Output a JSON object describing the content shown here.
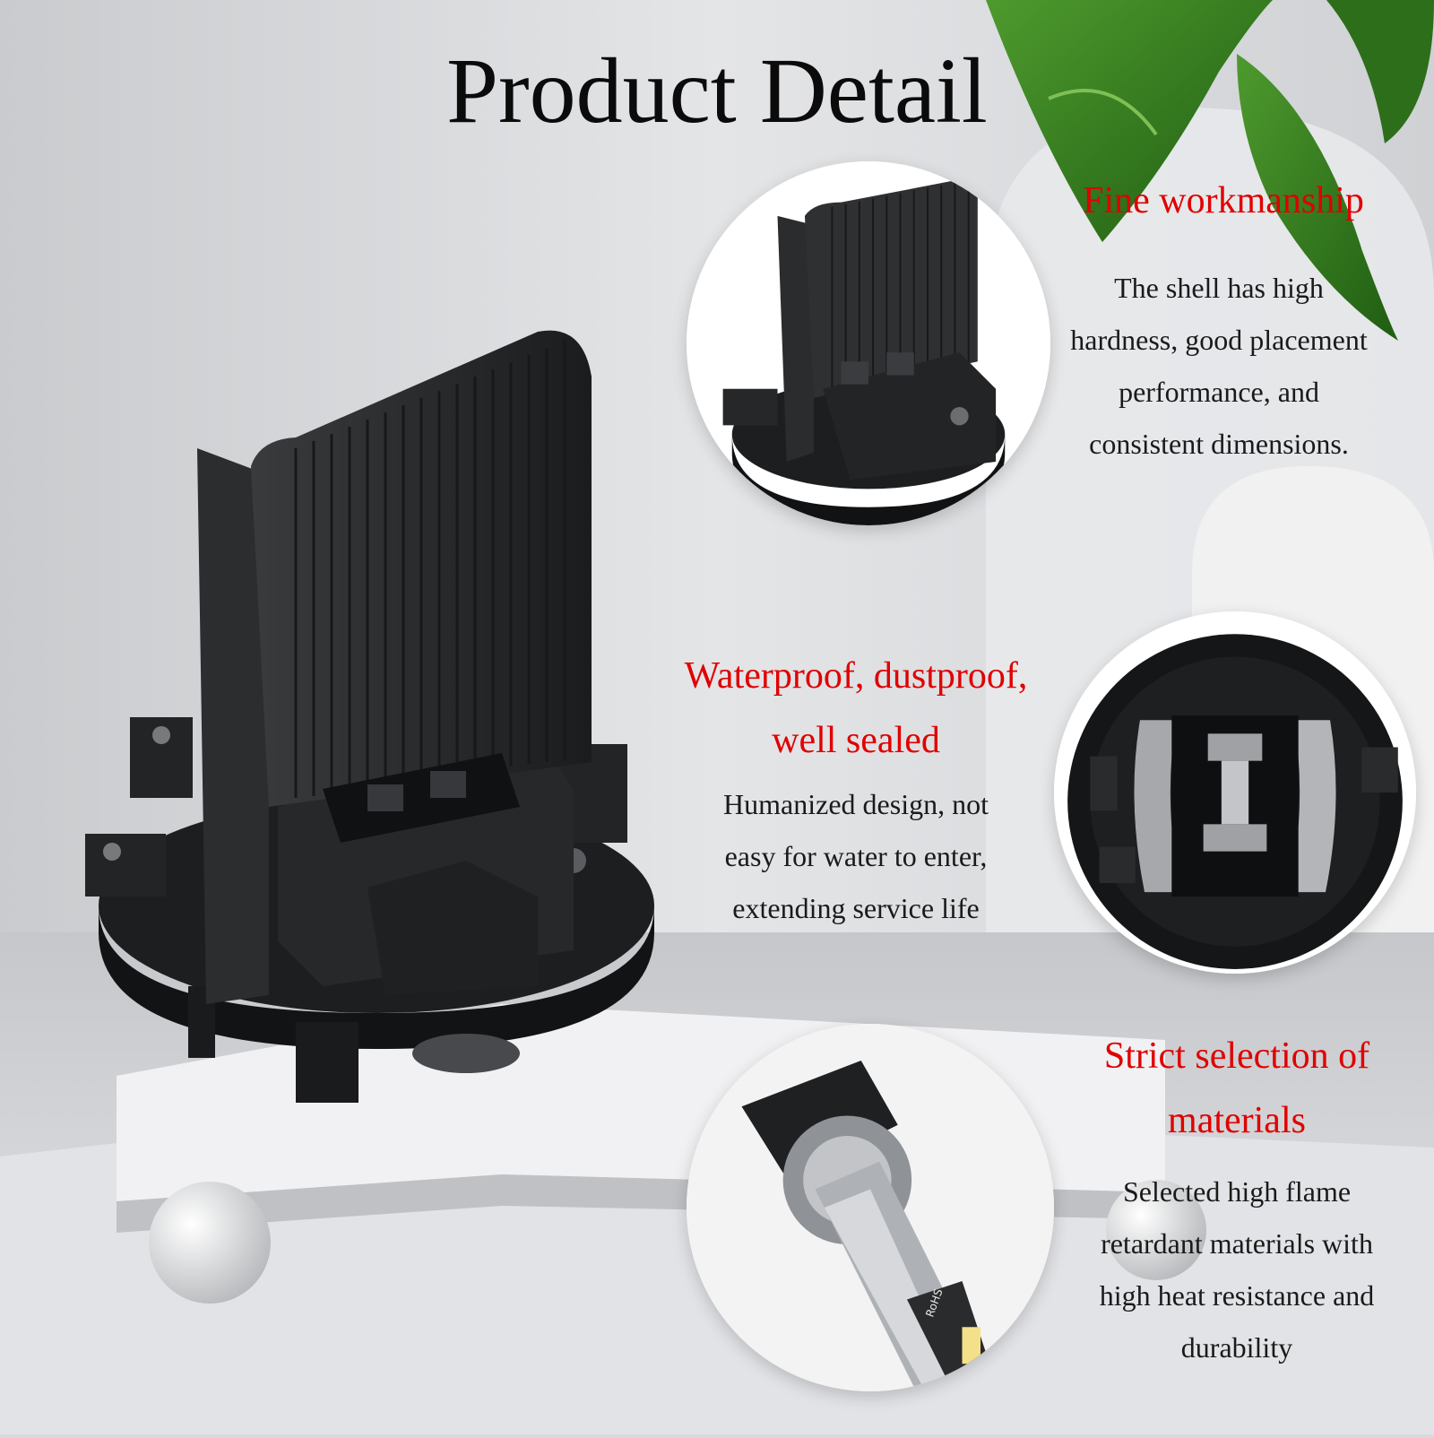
{
  "title": "Product Detail",
  "colors": {
    "accent": "#e00000",
    "title": "#0b0b0b",
    "body": "#1a1a1a"
  },
  "features": [
    {
      "heading": "Fine workmanship",
      "body": [
        "The shell has high",
        "hardness, good placement",
        "performance, and",
        "consistent dimensions."
      ]
    },
    {
      "heading": [
        "Waterproof, dustproof,",
        "well sealed"
      ],
      "body": [
        "Humanized design, not",
        "easy for water to enter,",
        "extending service life"
      ]
    },
    {
      "heading": [
        "Strict selection of",
        "materials"
      ],
      "body": [
        "Selected high flame",
        "retardant materials with",
        "high heat resistance and",
        "durability"
      ]
    }
  ],
  "product_markings": {
    "label": "RoHS"
  }
}
